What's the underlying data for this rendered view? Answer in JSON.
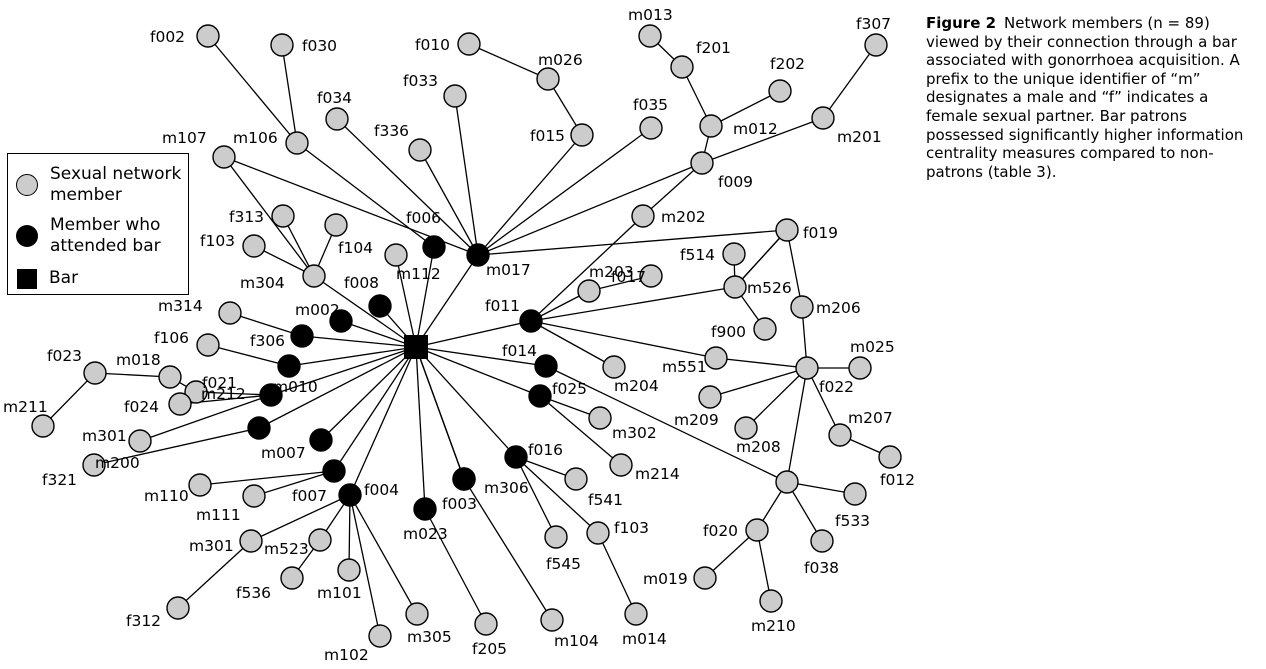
{
  "caption": {
    "label": "Figure 2",
    "text": "Network members (n = 89) viewed by their connection through a bar associated with gonorrhoea acquisition. A prefix to the unique identifier of “m” designates a male and “f” indicates a female sexual partner. Bar patrons possessed significantly higher information centrality measures compared to non-patrons (table 3)."
  },
  "legend": {
    "items": [
      {
        "type": "gray",
        "label": "Sexual network member"
      },
      {
        "type": "black",
        "label": "Member who attended bar"
      },
      {
        "type": "square",
        "label": "Bar"
      }
    ]
  },
  "colors": {
    "member": "#cccccc",
    "patron": "#000000",
    "bar": "#000000",
    "edge": "#000000"
  },
  "network": {
    "nodes": [
      {
        "id": "bar",
        "label": "",
        "type": "bar"
      },
      {
        "id": "f002",
        "label": "f002",
        "type": "gray"
      },
      {
        "id": "f030",
        "label": "f030",
        "type": "gray"
      },
      {
        "id": "m106",
        "label": "m106",
        "type": "gray"
      },
      {
        "id": "m107",
        "label": "m107",
        "type": "gray"
      },
      {
        "id": "f034",
        "label": "f034",
        "type": "gray"
      },
      {
        "id": "f336",
        "label": "f336",
        "type": "gray"
      },
      {
        "id": "f006",
        "label": "f006",
        "type": "black"
      },
      {
        "id": "f033",
        "label": "f033",
        "type": "gray"
      },
      {
        "id": "m017",
        "label": "m017",
        "type": "black"
      },
      {
        "id": "f010",
        "label": "f010",
        "type": "gray"
      },
      {
        "id": "m026",
        "label": "m026",
        "type": "gray"
      },
      {
        "id": "f015",
        "label": "f015",
        "type": "gray"
      },
      {
        "id": "f035",
        "label": "f035",
        "type": "gray"
      },
      {
        "id": "m013",
        "label": "m013",
        "type": "gray"
      },
      {
        "id": "f201",
        "label": "f201",
        "type": "gray"
      },
      {
        "id": "m012",
        "label": "m012",
        "type": "gray"
      },
      {
        "id": "f202",
        "label": "f202",
        "type": "gray"
      },
      {
        "id": "f307",
        "label": "f307",
        "type": "gray"
      },
      {
        "id": "m201",
        "label": "m201",
        "type": "gray"
      },
      {
        "id": "f009",
        "label": "f009",
        "type": "gray"
      },
      {
        "id": "m202",
        "label": "m202",
        "type": "gray"
      },
      {
        "id": "f313",
        "label": "f313",
        "type": "gray"
      },
      {
        "id": "f104",
        "label": "f104",
        "type": "gray"
      },
      {
        "id": "f103a",
        "label": "f103",
        "type": "gray"
      },
      {
        "id": "m304",
        "label": "m304",
        "type": "gray"
      },
      {
        "id": "m112",
        "label": "m112",
        "type": "gray"
      },
      {
        "id": "f008",
        "label": "f008",
        "type": "black"
      },
      {
        "id": "m002",
        "label": "m002",
        "type": "black"
      },
      {
        "id": "m314",
        "label": "m314",
        "type": "gray"
      },
      {
        "id": "f306",
        "label": "f306",
        "type": "black"
      },
      {
        "id": "f106",
        "label": "f106",
        "type": "gray"
      },
      {
        "id": "m010",
        "label": "m010",
        "type": "black"
      },
      {
        "id": "f023",
        "label": "f023",
        "type": "gray"
      },
      {
        "id": "m018",
        "label": "m018",
        "type": "gray"
      },
      {
        "id": "f021",
        "label": "f021",
        "type": "gray"
      },
      {
        "id": "m211",
        "label": "m211",
        "type": "gray"
      },
      {
        "id": "f024",
        "label": "f024",
        "type": "gray"
      },
      {
        "id": "m212",
        "label": "m212",
        "type": "black"
      },
      {
        "id": "m301a",
        "label": "m301",
        "type": "gray"
      },
      {
        "id": "f321",
        "label": "f321",
        "type": "gray"
      },
      {
        "id": "m200",
        "label": "m200",
        "type": "black"
      },
      {
        "id": "m007",
        "label": "m007",
        "type": "black"
      },
      {
        "id": "m110",
        "label": "m110",
        "type": "gray"
      },
      {
        "id": "m111",
        "label": "m111",
        "type": "gray"
      },
      {
        "id": "f007",
        "label": "f007",
        "type": "black"
      },
      {
        "id": "f004",
        "label": "f004",
        "type": "black"
      },
      {
        "id": "m301b",
        "label": "m301",
        "type": "gray"
      },
      {
        "id": "m523",
        "label": "m523",
        "type": "gray"
      },
      {
        "id": "f536",
        "label": "f536",
        "type": "gray"
      },
      {
        "id": "m101",
        "label": "m101",
        "type": "gray"
      },
      {
        "id": "f312",
        "label": "f312",
        "type": "gray"
      },
      {
        "id": "m102",
        "label": "m102",
        "type": "gray"
      },
      {
        "id": "m305",
        "label": "m305",
        "type": "gray"
      },
      {
        "id": "m023",
        "label": "m023",
        "type": "black"
      },
      {
        "id": "f205",
        "label": "f205",
        "type": "gray"
      },
      {
        "id": "f003",
        "label": "f003",
        "type": "black"
      },
      {
        "id": "m104",
        "label": "m104",
        "type": "gray"
      },
      {
        "id": "m306",
        "label": "m306",
        "type": "black"
      },
      {
        "id": "f016",
        "label": "f016",
        "type": "black"
      },
      {
        "id": "f541",
        "label": "f541",
        "type": "gray"
      },
      {
        "id": "f545",
        "label": "f545",
        "type": "gray"
      },
      {
        "id": "f103b",
        "label": "f103",
        "type": "gray"
      },
      {
        "id": "m014",
        "label": "m014",
        "type": "gray"
      },
      {
        "id": "f025",
        "label": "f025",
        "type": "black"
      },
      {
        "id": "m214",
        "label": "m214",
        "type": "gray"
      },
      {
        "id": "m302",
        "label": "m302",
        "type": "gray"
      },
      {
        "id": "f014",
        "label": "f014",
        "type": "black"
      },
      {
        "id": "f011",
        "label": "f011",
        "type": "black"
      },
      {
        "id": "m204",
        "label": "m204",
        "type": "gray"
      },
      {
        "id": "m203",
        "label": "m203",
        "type": "gray"
      },
      {
        "id": "f017",
        "label": "f017",
        "type": "gray"
      },
      {
        "id": "f514",
        "label": "f514",
        "type": "gray"
      },
      {
        "id": "m526",
        "label": "m526",
        "type": "gray"
      },
      {
        "id": "f900",
        "label": "f900",
        "type": "gray"
      },
      {
        "id": "f019",
        "label": "f019",
        "type": "gray"
      },
      {
        "id": "m206",
        "label": "m206",
        "type": "gray"
      },
      {
        "id": "m551",
        "label": "m551",
        "type": "gray"
      },
      {
        "id": "f022",
        "label": "f022",
        "type": "gray"
      },
      {
        "id": "m025",
        "label": "m025",
        "type": "gray"
      },
      {
        "id": "m209",
        "label": "m209",
        "type": "gray"
      },
      {
        "id": "m208",
        "label": "m208",
        "type": "gray"
      },
      {
        "id": "m207",
        "label": "m207",
        "type": "gray"
      },
      {
        "id": "f012",
        "label": "f012",
        "type": "gray"
      },
      {
        "id": "hub2",
        "label": "",
        "type": "gray"
      },
      {
        "id": "f533",
        "label": "f533",
        "type": "gray"
      },
      {
        "id": "f038",
        "label": "f038",
        "type": "gray"
      },
      {
        "id": "f020",
        "label": "f020",
        "type": "gray"
      },
      {
        "id": "m019",
        "label": "m019",
        "type": "gray"
      },
      {
        "id": "m210",
        "label": "m210",
        "type": "gray"
      }
    ],
    "edges": [
      [
        "f002",
        "m106"
      ],
      [
        "f030",
        "m106"
      ],
      [
        "m106",
        "f006"
      ],
      [
        "m107",
        "m017"
      ],
      [
        "m107",
        "m304"
      ],
      [
        "f034",
        "m017"
      ],
      [
        "f336",
        "m017"
      ],
      [
        "f006",
        "bar"
      ],
      [
        "f033",
        "m017"
      ],
      [
        "m017",
        "bar"
      ],
      [
        "f010",
        "m026"
      ],
      [
        "m026",
        "f015"
      ],
      [
        "f015",
        "m017"
      ],
      [
        "f035",
        "m017"
      ],
      [
        "m013",
        "f201"
      ],
      [
        "f201",
        "m012"
      ],
      [
        "m012",
        "f202"
      ],
      [
        "m012",
        "f009"
      ],
      [
        "f307",
        "m201"
      ],
      [
        "m201",
        "f009"
      ],
      [
        "f009",
        "m017"
      ],
      [
        "f009",
        "m202"
      ],
      [
        "m202",
        "f011"
      ],
      [
        "m017",
        "f019"
      ],
      [
        "f313",
        "m304"
      ],
      [
        "f104",
        "m304"
      ],
      [
        "f103a",
        "m304"
      ],
      [
        "m304",
        "bar"
      ],
      [
        "m112",
        "bar"
      ],
      [
        "f008",
        "bar"
      ],
      [
        "m002",
        "bar"
      ],
      [
        "m314",
        "f306"
      ],
      [
        "f306",
        "bar"
      ],
      [
        "f106",
        "m010"
      ],
      [
        "m010",
        "bar"
      ],
      [
        "f023",
        "m018"
      ],
      [
        "m018",
        "f021"
      ],
      [
        "f021",
        "m212"
      ],
      [
        "f023",
        "m211"
      ],
      [
        "f024",
        "m212"
      ],
      [
        "m212",
        "bar"
      ],
      [
        "m301a",
        "m212"
      ],
      [
        "f321",
        "m200"
      ],
      [
        "m200",
        "bar"
      ],
      [
        "m007",
        "bar"
      ],
      [
        "m110",
        "f007"
      ],
      [
        "m111",
        "f007"
      ],
      [
        "f007",
        "bar"
      ],
      [
        "f004",
        "bar"
      ],
      [
        "m301b",
        "f004"
      ],
      [
        "f312",
        "m301b"
      ],
      [
        "m523",
        "f004"
      ],
      [
        "f536",
        "m523"
      ],
      [
        "m101",
        "f004"
      ],
      [
        "m102",
        "f004"
      ],
      [
        "m305",
        "f004"
      ],
      [
        "m023",
        "bar"
      ],
      [
        "f205",
        "m023"
      ],
      [
        "f003",
        "bar"
      ],
      [
        "m104",
        "f003"
      ],
      [
        "m306",
        "bar"
      ],
      [
        "f016",
        "bar"
      ],
      [
        "f016",
        "f541"
      ],
      [
        "f016",
        "f545"
      ],
      [
        "f016",
        "f103b"
      ],
      [
        "f103b",
        "m014"
      ],
      [
        "f025",
        "bar"
      ],
      [
        "f025",
        "m214"
      ],
      [
        "f025",
        "m302"
      ],
      [
        "f014",
        "bar"
      ],
      [
        "f014",
        "hub2"
      ],
      [
        "f011",
        "bar"
      ],
      [
        "f011",
        "m204"
      ],
      [
        "f011",
        "m203"
      ],
      [
        "m203",
        "f017"
      ],
      [
        "f011",
        "m526"
      ],
      [
        "f011",
        "m551"
      ],
      [
        "f514",
        "m526"
      ],
      [
        "m526",
        "f900"
      ],
      [
        "m526",
        "f019"
      ],
      [
        "f019",
        "m526"
      ],
      [
        "f019",
        "m206"
      ],
      [
        "m206",
        "f022"
      ],
      [
        "m551",
        "f022"
      ],
      [
        "f022",
        "m025"
      ],
      [
        "f022",
        "m209"
      ],
      [
        "f022",
        "m208"
      ],
      [
        "f022",
        "m207"
      ],
      [
        "m207",
        "f012"
      ],
      [
        "f022",
        "hub2"
      ],
      [
        "hub2",
        "f533"
      ],
      [
        "hub2",
        "f038"
      ],
      [
        "hub2",
        "f020"
      ],
      [
        "f020",
        "m019"
      ],
      [
        "f020",
        "m210"
      ]
    ]
  }
}
